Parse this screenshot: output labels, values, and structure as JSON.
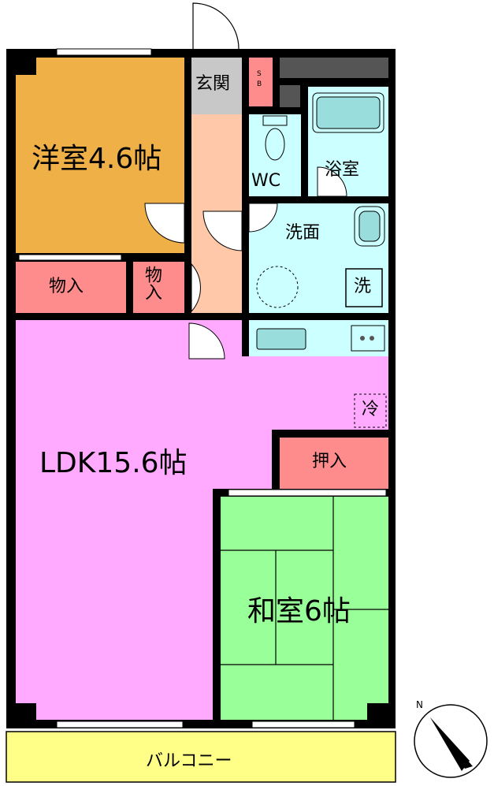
{
  "rooms": {
    "western": "洋室4.6帖",
    "ldk": "LDK15.6帖",
    "japanese": "和室6帖",
    "entrance": "玄関",
    "shoebox": "SB",
    "wc": "WC",
    "bath": "浴室",
    "washroom": "洗面",
    "washer": "洗",
    "closet_left": "物入",
    "closet_mid": "物入",
    "closet_oshiire": "押入",
    "fridge": "冷",
    "balcony": "バルコニー"
  },
  "compass": {
    "north": "N"
  },
  "colors": {
    "western": "#f0b048",
    "ldk": "#ffaaff",
    "japanese": "#99ff99",
    "closet": "#ff8c8c",
    "corridor": "#ffc8a8",
    "wet": "#ccffff",
    "entrance": "#c8c8c8",
    "balcony": "#ffff88",
    "wall": "#000000"
  }
}
